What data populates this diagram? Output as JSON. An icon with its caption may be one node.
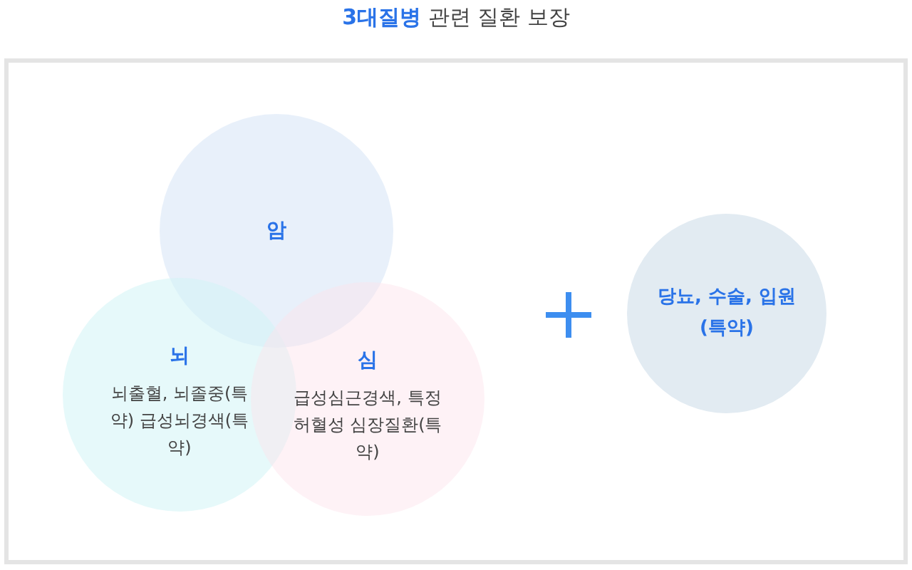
{
  "diagram": {
    "title": "**3대질병** 관련 질환 보장",
    "nodes": [
      {
        "text": [
          "암"
        ]
      },
      {
        "text": [
          "뇌",
          "뇌출혈, 뇌졸중(특약) 급성뇌경색(특약)"
        ]
      },
      {
        "text": [
          "심",
          "급성심근경색, 특정허혈성 심장질환(특약)"
        ]
      },
      {
        "text": [
          "당뇨, 수술, 입원 (특약)"
        ]
      }
    ],
    "edges": []
  }
}
